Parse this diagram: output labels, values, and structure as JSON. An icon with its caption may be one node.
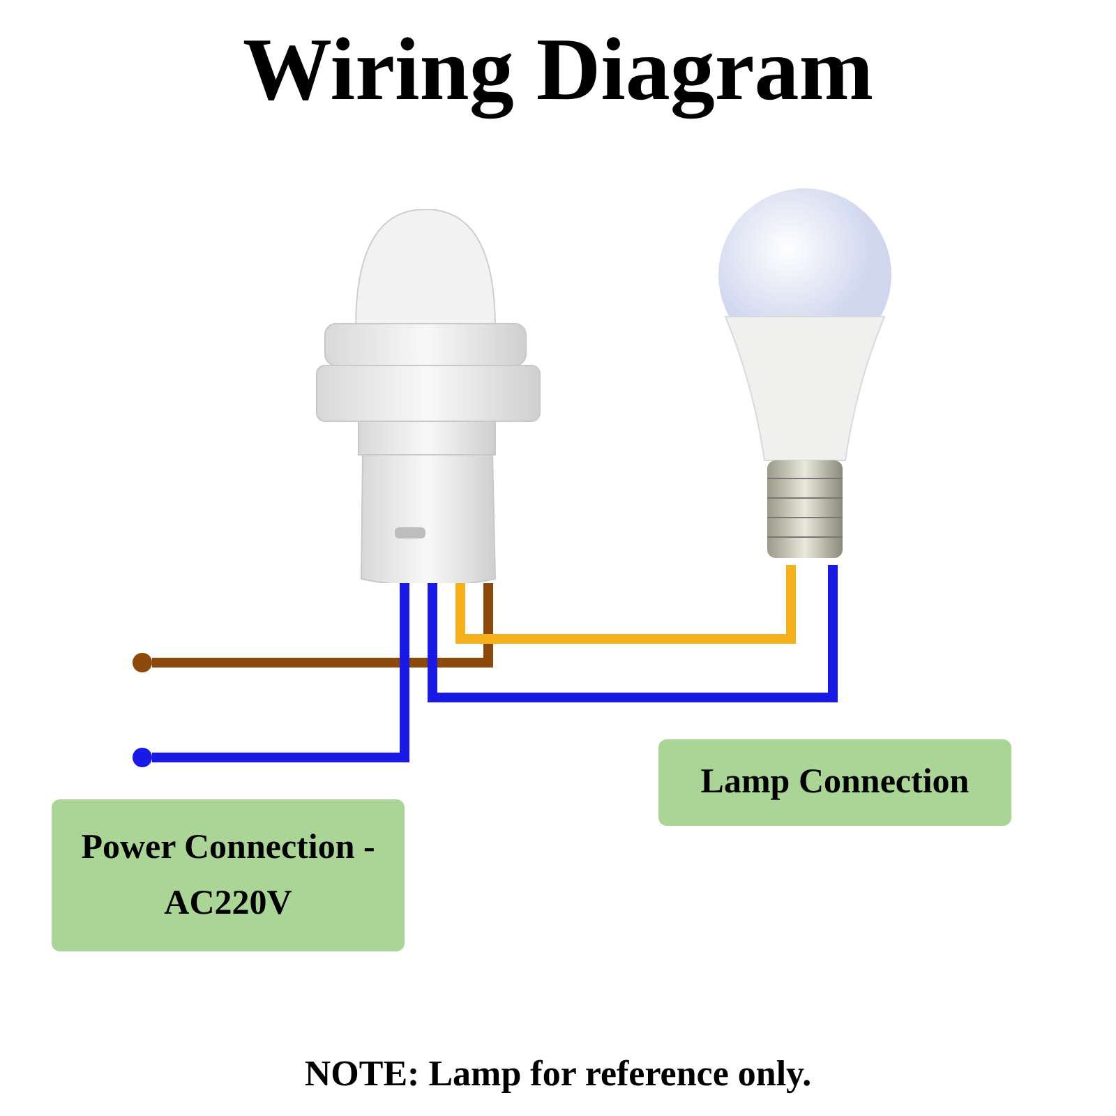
{
  "diagram": {
    "title": "Wiring Diagram",
    "nodes": [
      {
        "text": [],
        "shape": "picture"
      },
      {
        "text": [],
        "shape": "picture"
      },
      {
        "text": [
          "Power Connection - AC220V"
        ]
      },
      {
        "text": [
          "Lamp Connection"
        ]
      },
      {
        "text": [],
        "shape": "circle"
      },
      {
        "text": [],
        "shape": "circle"
      }
    ],
    "edges": [
      {
        "from": 4,
        "to": 0,
        "arrow": "none",
        "color": "#8b4a0c"
      },
      {
        "from": 5,
        "to": 0,
        "arrow": "none",
        "color": "#1a1ae6"
      },
      {
        "from": 0,
        "to": 1,
        "arrow": "none",
        "color": "#f5b01a"
      },
      {
        "from": 0,
        "to": 1,
        "arrow": "none",
        "color": "#1a1ae6"
      }
    ],
    "labels": [
      "NOTE: Lamp for reference only."
    ]
  }
}
